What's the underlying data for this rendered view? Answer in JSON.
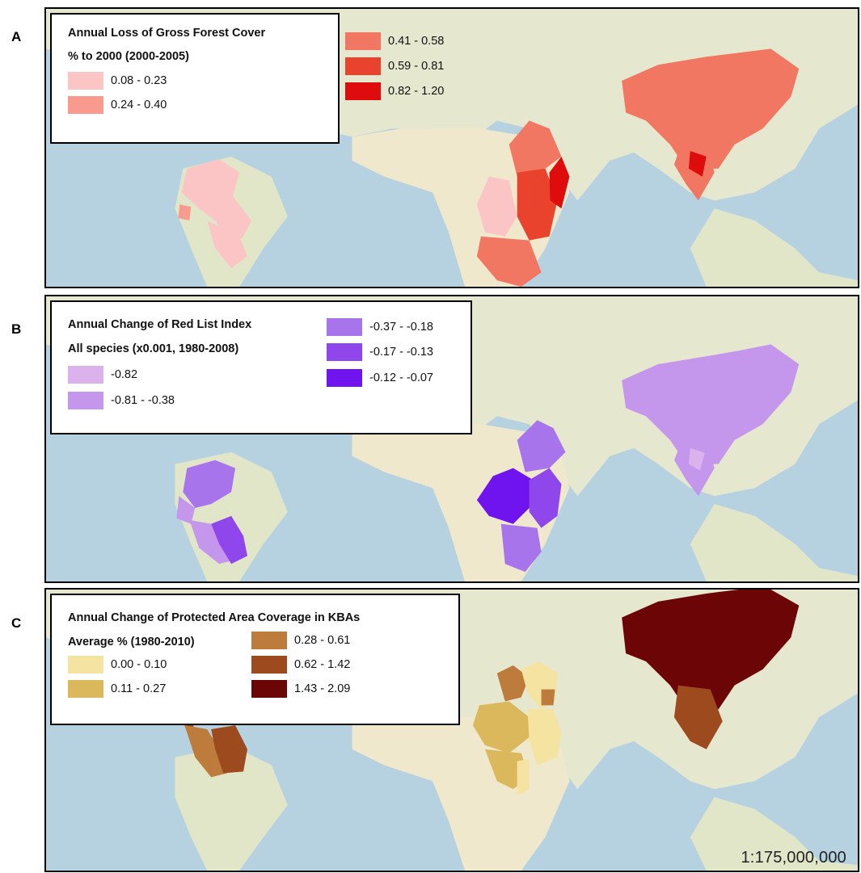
{
  "panels": [
    {
      "letter": "A",
      "title_line1": "Annual Loss of Gross Forest Cover",
      "title_line2": "% to 2000  (2000-2005)",
      "legend": [
        {
          "label": "0.08 - 0.23",
          "color": "#fcc5c5"
        },
        {
          "label": "0.24 - 0.40",
          "color": "#f99a8e"
        },
        {
          "label": "0.41 - 0.58",
          "color": "#f27762"
        },
        {
          "label": "0.59 - 0.81",
          "color": "#e9432d"
        },
        {
          "label": "0.82 - 1.20",
          "color": "#de0c0c"
        }
      ]
    },
    {
      "letter": "B",
      "title_line1": "Annual Change of Red List Index",
      "title_line2": "All species (x0.001, 1980-2008)",
      "legend": [
        {
          "label": "-0.82",
          "color": "#dbb2ec"
        },
        {
          "label": "-0.81 - -0.38",
          "color": "#c597ec"
        },
        {
          "label": "-0.37 - -0.18",
          "color": "#a874ec"
        },
        {
          "label": "-0.17 - -0.13",
          "color": "#8f47ec"
        },
        {
          "label": "-0.12 - -0.07",
          "color": "#6f14ee"
        }
      ]
    },
    {
      "letter": "C",
      "title_line1": "Annual Change of Protected Area Coverage in KBAs",
      "title_line2": "Average % (1980-2010)",
      "legend": [
        {
          "label": "0.00 - 0.10",
          "color": "#f5e4a1"
        },
        {
          "label": "0.11 - 0.27",
          "color": "#dcb85d"
        },
        {
          "label": "0.28 - 0.61",
          "color": "#bd7c3c"
        },
        {
          "label": "0.62 - 1.42",
          "color": "#9d4a1e"
        },
        {
          "label": "1.43 - 2.09",
          "color": "#6c0606"
        }
      ]
    }
  ],
  "scale": "1:175,000,000",
  "colors": {
    "ocean": "#b6d2e1",
    "land": "#e6e7cf",
    "desert": "#efe8cc"
  }
}
